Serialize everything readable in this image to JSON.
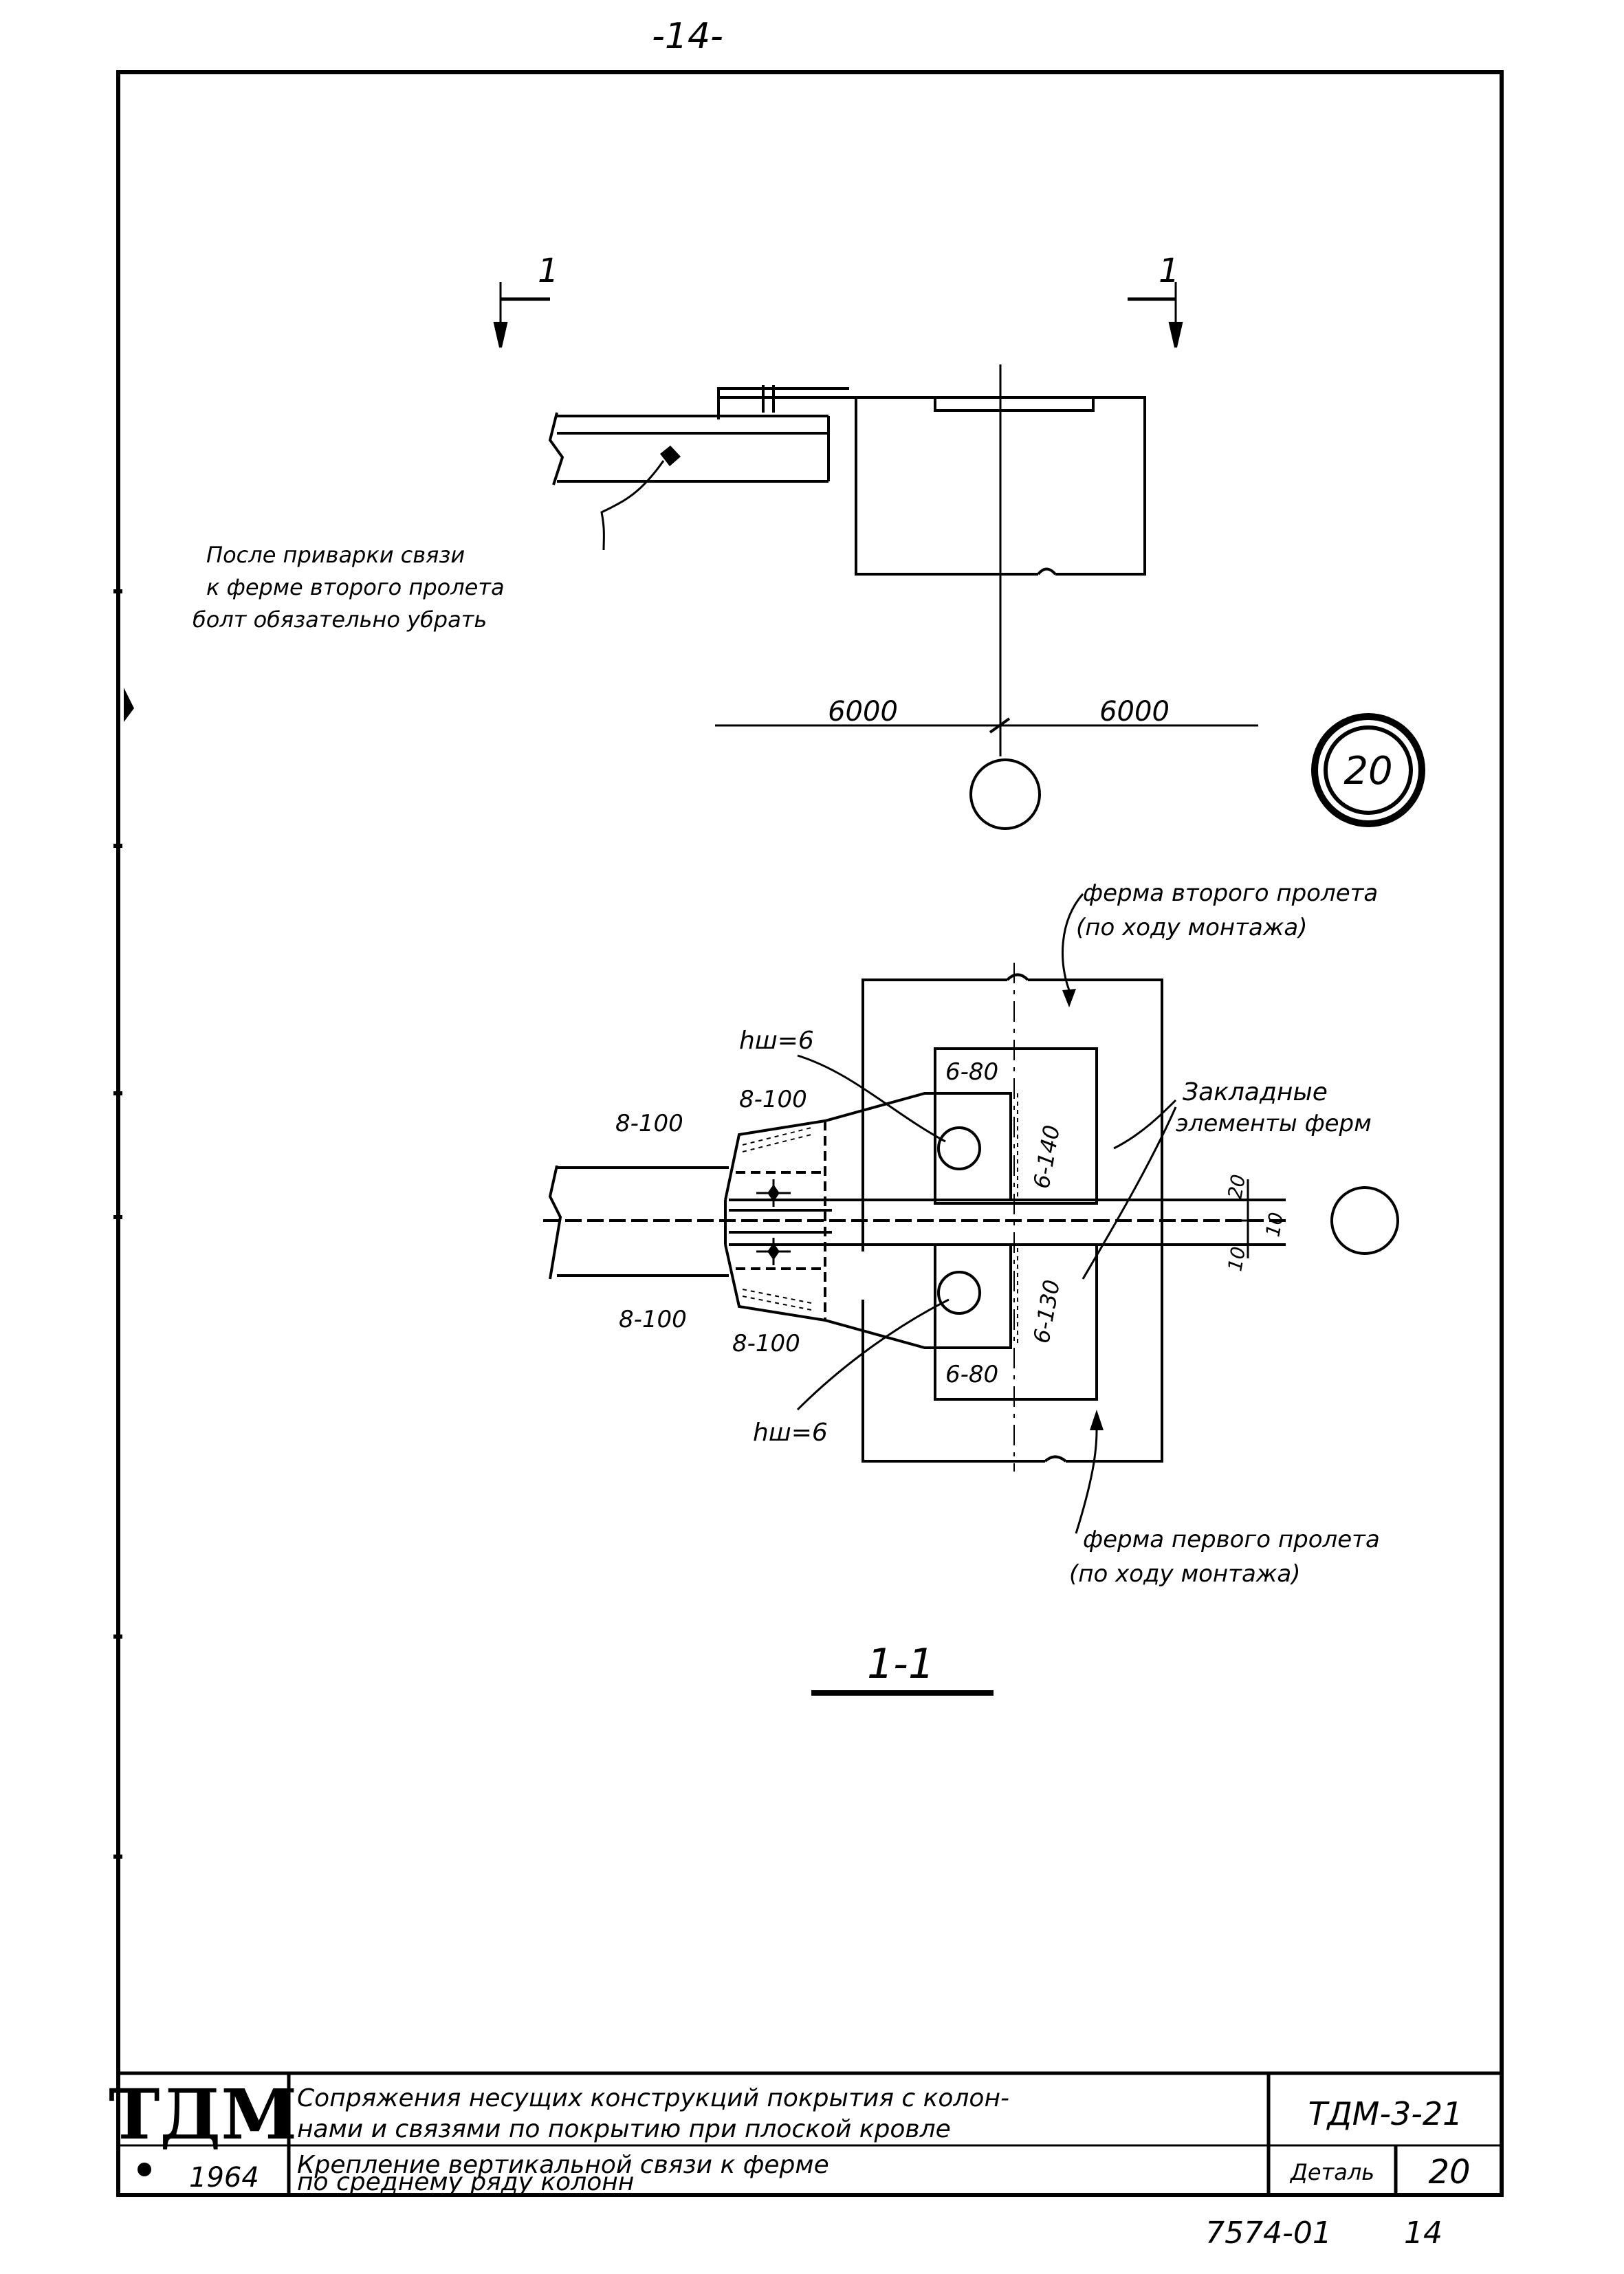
{
  "page_number": "-14-",
  "section_mark": "1",
  "note_text": {
    "line1": "После приварки связи",
    "line2": "к ферме второго пролета",
    "line3": "болт обязательно убрать"
  },
  "dimensions": {
    "left_span": "6000",
    "right_span": "6000"
  },
  "detail_number": "20",
  "labels": {
    "truss_second_line1": "ферма второго пролета",
    "truss_second_line2": "(по ходу монтажа)",
    "truss_first_line1": "ферма первого пролета",
    "truss_first_line2": "(по ходу монтажа)",
    "embedded_line1": "Закладные",
    "embedded_line2": "элементы ферм",
    "weld_top": "hш=6",
    "weld_bottom": "hш=6",
    "weld_8100_a": "8-100",
    "weld_8100_b": "8-100",
    "weld_8100_c": "8-100",
    "weld_8100_d": "8-100",
    "weld_680_top": "6-80",
    "weld_680_bottom": "6-80",
    "weld_6140": "6-140",
    "weld_6130": "6-130",
    "dim_20": "20",
    "dim_10a": "10",
    "dim_10b": "10"
  },
  "section_title": "1-1",
  "title_block": {
    "logo": "ТДМ",
    "year": "1964",
    "title_line1": "Сопряжения несущих конструкций покрытия с колон-",
    "title_line2": "нами и связями по покрытию при плоской кровле",
    "code": "ТДМ-3-21",
    "subtitle_line1": "Крепление вертикальной связи к ферме",
    "subtitle_line2": "по среднему ряду колонн",
    "detail_label": "Деталь",
    "detail_value": "20"
  },
  "footer": {
    "archive": "7574-01",
    "sheet": "14"
  }
}
